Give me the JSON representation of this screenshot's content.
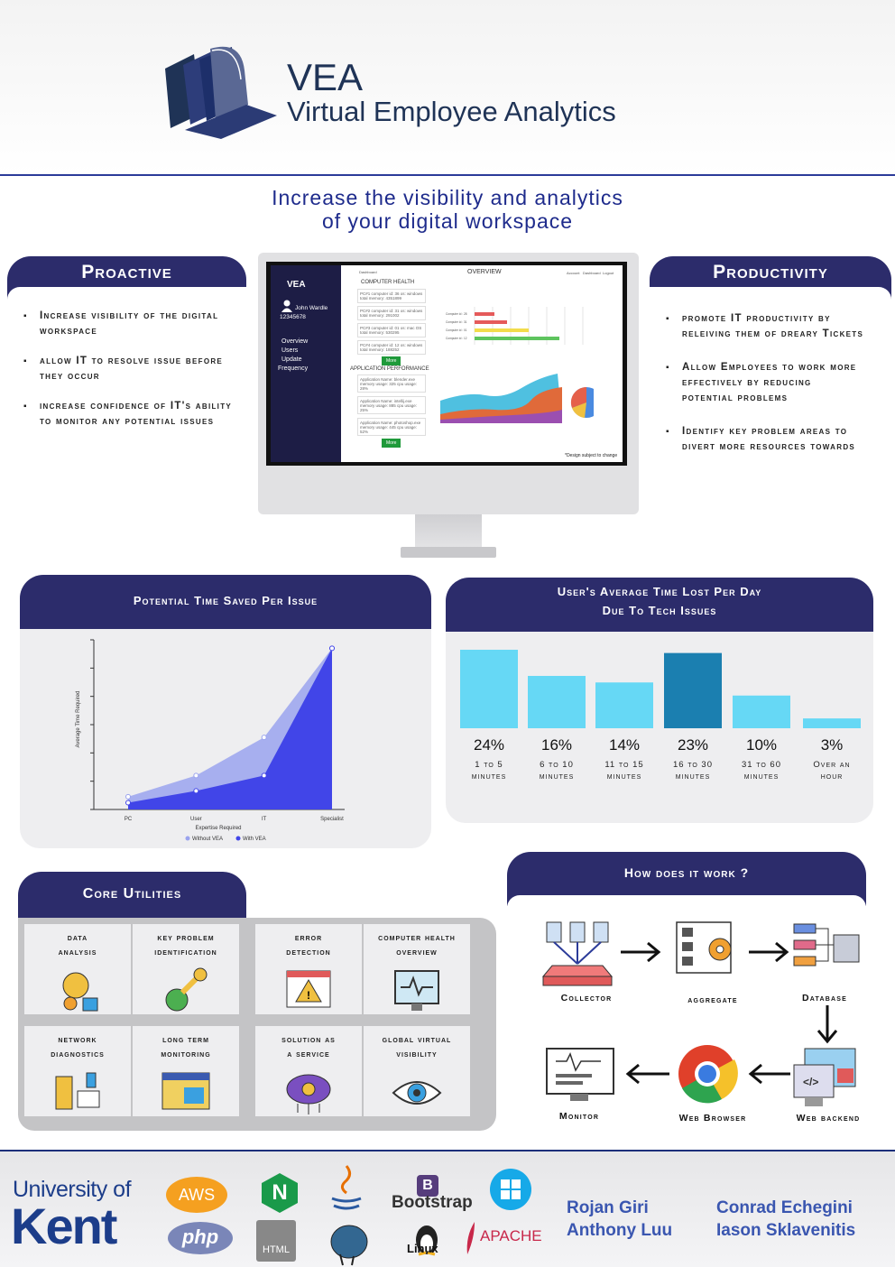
{
  "header": {
    "brand_name": "VEA",
    "brand_subtitle": "Virtual Employee Analytics"
  },
  "tagline": {
    "line1": "Increase the visibility and analytics",
    "line2": "of your digital workspace"
  },
  "proactive": {
    "title": "Proactive",
    "bullets": [
      "Increase visibility of the digital workspace",
      "allow IT to resolve issue before they occur",
      "increase confidence of IT's ability to monitor any potential issues"
    ]
  },
  "productivity": {
    "title": "Productivity",
    "bullets": [
      "promote IT productivity by releiving them of dreary Tickets",
      "Allow Employees to work more effectively by reducing potential problems",
      "Identify key problem areas to divert more resources towards"
    ]
  },
  "dashboard": {
    "brand": "VEA",
    "user_name": "John Wardle",
    "user_id": "12345678",
    "nav": [
      "Overview",
      "Users",
      "Update",
      "Frequency"
    ],
    "topbar": [
      "Dashboard",
      "Account",
      "Dashboard",
      "Logout"
    ],
    "overview_title": "OVERVIEW",
    "computer_health": "COMPUTER HEALTH",
    "health_items": [
      "PC#1 computer id: 36 os: windows total memory: 4351899",
      "PC#2 computer id: 31 os: windows total memory: 291002",
      "PC#3 computer id: 01 os: mac OS total memory: 530295",
      "PC#4 computer id: 12 os: windows total memory: 188252"
    ],
    "more": "More",
    "app_perf": "APPLICATION PERFORMANCE",
    "app_items": [
      "Application Name: blender.exe memory usage: 325 cpu usage: 28%",
      "Application Name: intellij.exe memory usage: 885 cpu usage: 25%",
      "Application Name: photoshop.exe memory usage: 445 cpu usage: 52%"
    ],
    "bar_labels": [
      "Computer id : 28",
      "Computer id : 31",
      "Computer id : 01",
      "Computer id : 12"
    ],
    "design_note": "*Design subject to change"
  },
  "time_saved": {
    "title": "Potential Time Saved Per Issue",
    "chart_data": {
      "type": "area",
      "categories": [
        "PC",
        "User",
        "IT",
        "Specialist"
      ],
      "xlabel": "Expertise Required",
      "ylabel": "Average Time Required",
      "series": [
        {
          "name": "Without VEA",
          "values": [
            1.5,
            4,
            8.5,
            19
          ],
          "color": "#9aa3ee"
        },
        {
          "name": "With VEA",
          "values": [
            0.8,
            2.2,
            4,
            19
          ],
          "color": "#4145e8"
        }
      ],
      "ylim": [
        0,
        20
      ],
      "grid": false,
      "legend": "bottom"
    }
  },
  "time_lost": {
    "title_line1": "User's Average Time Lost Per Day",
    "title_line2": "Due To Tech Issues",
    "chart_data": {
      "type": "bar",
      "categories": [
        "1 to 5 minutes",
        "6 to 10 minutes",
        "11 to 15 minutes",
        "16 to 30 minutes",
        "31 to 60 minutes",
        "Over an hour"
      ],
      "values": [
        24,
        16,
        14,
        23,
        10,
        3
      ],
      "value_labels": [
        "24%",
        "16%",
        "14%",
        "23%",
        "10%",
        "3%"
      ],
      "cat_line1": [
        "1 to 5",
        "6 to 10",
        "11 to 15",
        "16 to 30",
        "31 to 60",
        "Over an"
      ],
      "cat_line2": [
        "minutes",
        "minutes",
        "minutes",
        "minutes",
        "minutes",
        "hour"
      ],
      "colors": [
        "#66d8f5",
        "#66d8f5",
        "#66d8f5",
        "#1b7fb0",
        "#66d8f5",
        "#66d8f5"
      ]
    }
  },
  "core": {
    "title": "Core Utilities",
    "tiles": [
      {
        "l1": "data",
        "l2": "analysis",
        "icon": "brain-analytics-icon"
      },
      {
        "l1": "key problem",
        "l2": "identification",
        "icon": "key-gear-icon"
      },
      {
        "l1": "error",
        "l2": "detection",
        "icon": "warning-window-icon"
      },
      {
        "l1": "computer health",
        "l2": "overview",
        "icon": "monitor-pulse-icon"
      },
      {
        "l1": "network",
        "l2": "diagnostics",
        "icon": "server-network-icon"
      },
      {
        "l1": "long term",
        "l2": "monitoring",
        "icon": "code-window-icon"
      },
      {
        "l1": "solution as",
        "l2": "a service",
        "icon": "cloud-gear-icon"
      },
      {
        "l1": "global virtual",
        "l2": "visibility",
        "icon": "eye-circuit-icon"
      }
    ]
  },
  "how": {
    "title": "How does it work ?",
    "steps": [
      "Collector",
      "aggregate",
      "Database",
      "Monitor",
      "Web Browser",
      "Web backend"
    ]
  },
  "footer": {
    "uni_line1": "University of",
    "uni_line2": "Kent",
    "tech": [
      "AWS",
      "php",
      "N",
      "HTML",
      "Bootstrap",
      "Linux",
      "APACHE"
    ],
    "authors_left": [
      "Rojan Giri",
      "Anthony Luu"
    ],
    "authors_right": [
      "Conrad Echegini",
      "Iason Sklavenitis"
    ]
  }
}
